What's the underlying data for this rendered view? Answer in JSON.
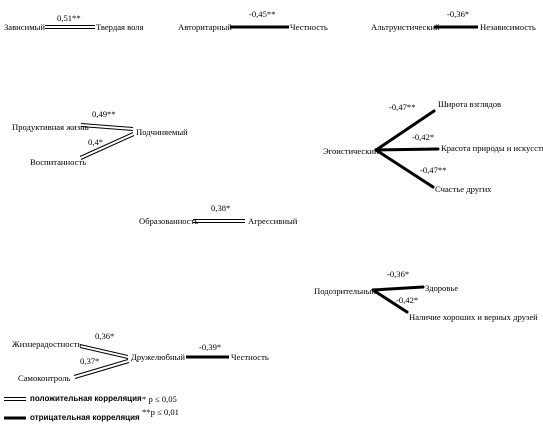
{
  "diagram": {
    "blocks": [
      {
        "id": "b1",
        "a": "Зависимый",
        "b": "Твердая воля",
        "value": "0,51**",
        "type": "positive"
      },
      {
        "id": "b2",
        "a": "Авторитарный",
        "b": "Честность",
        "value": "-0,45**",
        "type": "negative"
      },
      {
        "id": "b3",
        "a": "Альтруистический",
        "b": "Независимость",
        "value": "-0,36*",
        "type": "negative"
      },
      {
        "id": "b4",
        "a1": "Продуктивная жизнь",
        "a2": "Воспитанность",
        "b": "Подчиняемый",
        "v1": "0,49**",
        "v2": "0,4*",
        "type": "positive"
      },
      {
        "id": "b5",
        "src": "Эгоистический",
        "targets": [
          "Широта взглядов",
          "Красота природы и искусства",
          "Счастье других"
        ],
        "values": [
          "-0,47**",
          "-0,42*",
          "-0,47**"
        ],
        "type": "negative"
      },
      {
        "id": "b6",
        "a": "Образованность",
        "b": "Агрессивный",
        "value": "0,38*",
        "type": "positive"
      },
      {
        "id": "b7",
        "src": "Подозрительный",
        "targets": [
          "Здоровье",
          "Наличие хороших и верных друзей"
        ],
        "values": [
          "-0,36*",
          "-0,42*"
        ],
        "type": "negative"
      },
      {
        "id": "b8",
        "a1": "Жизнерадостность",
        "a2": "Самоконтроль",
        "b": "Дружелюбный",
        "c": "Честность",
        "v1": "0,36*",
        "v2": "0,37*",
        "v3": "-0,39*"
      }
    ],
    "legend": {
      "positive": "положительная корреляция",
      "negative": "отрицательная корреляция",
      "sig1": "* p ≤ 0,05",
      "sig2": "**p ≤ 0,01"
    }
  }
}
